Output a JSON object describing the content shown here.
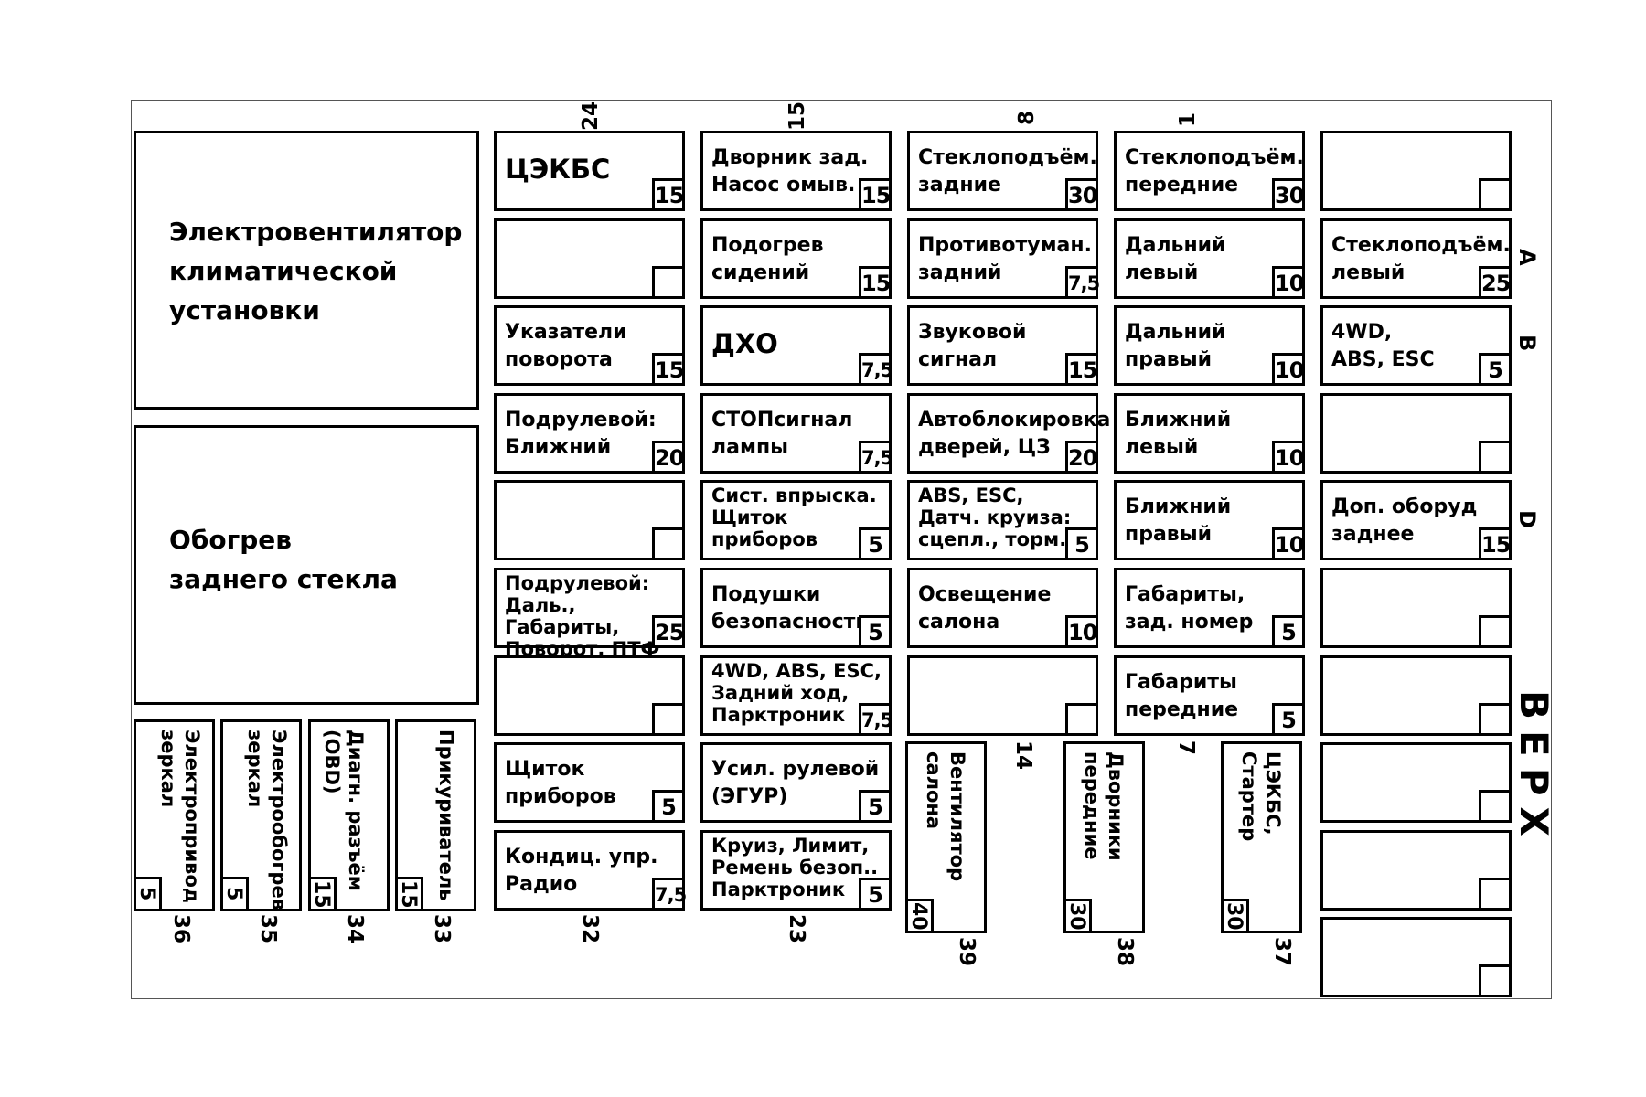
{
  "relays": [
    {
      "id": "relay-fan",
      "text": "Электровентилятор\nклиматической\nустановки"
    },
    {
      "id": "relay-rear-glass",
      "text": "Обогрев\nзаднего стекла"
    }
  ],
  "columns": [
    {
      "cells": [
        {
          "text": "ЦЭКБС",
          "amp": "15",
          "big": true
        },
        {
          "text": "",
          "amp": ""
        },
        {
          "text": "Указатели\nповорота",
          "amp": "15"
        },
        {
          "text": "Подрулевой:\nБлижний",
          "amp": "20"
        },
        {
          "text": "",
          "amp": ""
        },
        {
          "text": "Подрулевой:\nДаль., Габариты,\nПоворот, ПТФ",
          "amp": "25",
          "three": true
        },
        {
          "text": "",
          "amp": ""
        },
        {
          "text": "Щиток\nприборов",
          "amp": "5"
        },
        {
          "text": "Кондиц. упр.\nРадио",
          "amp": "7,5"
        }
      ]
    },
    {
      "cells": [
        {
          "text": "Дворник зад.\nНасос омыв.",
          "amp": "15"
        },
        {
          "text": "Подогрев\nсидений",
          "amp": "15"
        },
        {
          "text": "ДХО",
          "amp": "7,5",
          "big": true
        },
        {
          "text": "СТОПсигнал\nлампы",
          "amp": "7,5"
        },
        {
          "text": "Сист. впрыска.\nЩиток\nприборов",
          "amp": "5",
          "three": true
        },
        {
          "text": "Подушки\nбезопасности",
          "amp": "5"
        },
        {
          "text": "4WD, ABS, ESC,\nЗадний ход,\nПарктроник",
          "amp": "7,5",
          "three": true
        },
        {
          "text": "Усил. рулевой\n(ЭГУР)",
          "amp": "5"
        },
        {
          "text": "Круиз, Лимит,\nРемень безоп..\nПарктроник",
          "amp": "5",
          "three": true
        }
      ]
    },
    {
      "cells": [
        {
          "text": "Стеклоподъём.\nзадние",
          "amp": "30"
        },
        {
          "text": "Противотуман.\nзадний",
          "amp": "7,5"
        },
        {
          "text": "Звуковой\nсигнал",
          "amp": "15"
        },
        {
          "text": "Автоблокировка\nдверей, ЦЗ",
          "amp": "20"
        },
        {
          "text": "ABS, ESC,\nДатч. круиза:\nсцепл., торм.",
          "amp": "5",
          "three": true
        },
        {
          "text": "Освещение\nсалона",
          "amp": "10"
        },
        {
          "text": "",
          "amp": ""
        }
      ]
    },
    {
      "cells": [
        {
          "text": "Стеклоподъём.\nпередние",
          "amp": "30"
        },
        {
          "text": "Дальний\nлевый",
          "amp": "10"
        },
        {
          "text": "Дальний\nправый",
          "amp": "10"
        },
        {
          "text": "Ближний\nлевый",
          "amp": "10"
        },
        {
          "text": "Ближний\nправый",
          "amp": "10"
        },
        {
          "text": "Габариты,\nзад. номер",
          "amp": "5"
        },
        {
          "text": "Габариты\nпередние",
          "amp": "5"
        }
      ]
    },
    {
      "cells": [
        {
          "text": "",
          "amp": ""
        },
        {
          "text": "Стеклоподъём.\nлевый",
          "amp": "25"
        },
        {
          "text": "4WD,\nABS, ESC",
          "amp": "5"
        },
        {
          "text": "",
          "amp": ""
        },
        {
          "text": "Доп. оборуд\nзаднее",
          "amp": "15"
        },
        {
          "text": "",
          "amp": ""
        },
        {
          "text": "",
          "amp": ""
        },
        {
          "text": "",
          "amp": ""
        },
        {
          "text": "",
          "amp": ""
        },
        {
          "text": "",
          "amp": ""
        }
      ]
    }
  ],
  "vertical_fuses": [
    {
      "text": "Электропривод\nзеркал",
      "amp": "5"
    },
    {
      "text": "Электрообогрев\nзеркал",
      "amp": "5"
    },
    {
      "text": "Диагн. разъём\n(OBD)",
      "amp": "15"
    },
    {
      "text": "Прикуриватель",
      "amp": "15"
    },
    {
      "text": "Вентилятор\nсалона",
      "amp": "40"
    },
    {
      "text": "Дворники\nпередние",
      "amp": "30"
    },
    {
      "text": "ЦЭКБС,\nСтартер",
      "amp": "30"
    }
  ],
  "numbers": [
    "24",
    "15",
    "8",
    "1",
    "14",
    "7",
    "36",
    "35",
    "34",
    "33",
    "32",
    "23",
    "39",
    "38",
    "37"
  ],
  "row_letters": [
    "A",
    "B",
    "D"
  ],
  "top_label": "ВЕРХ"
}
